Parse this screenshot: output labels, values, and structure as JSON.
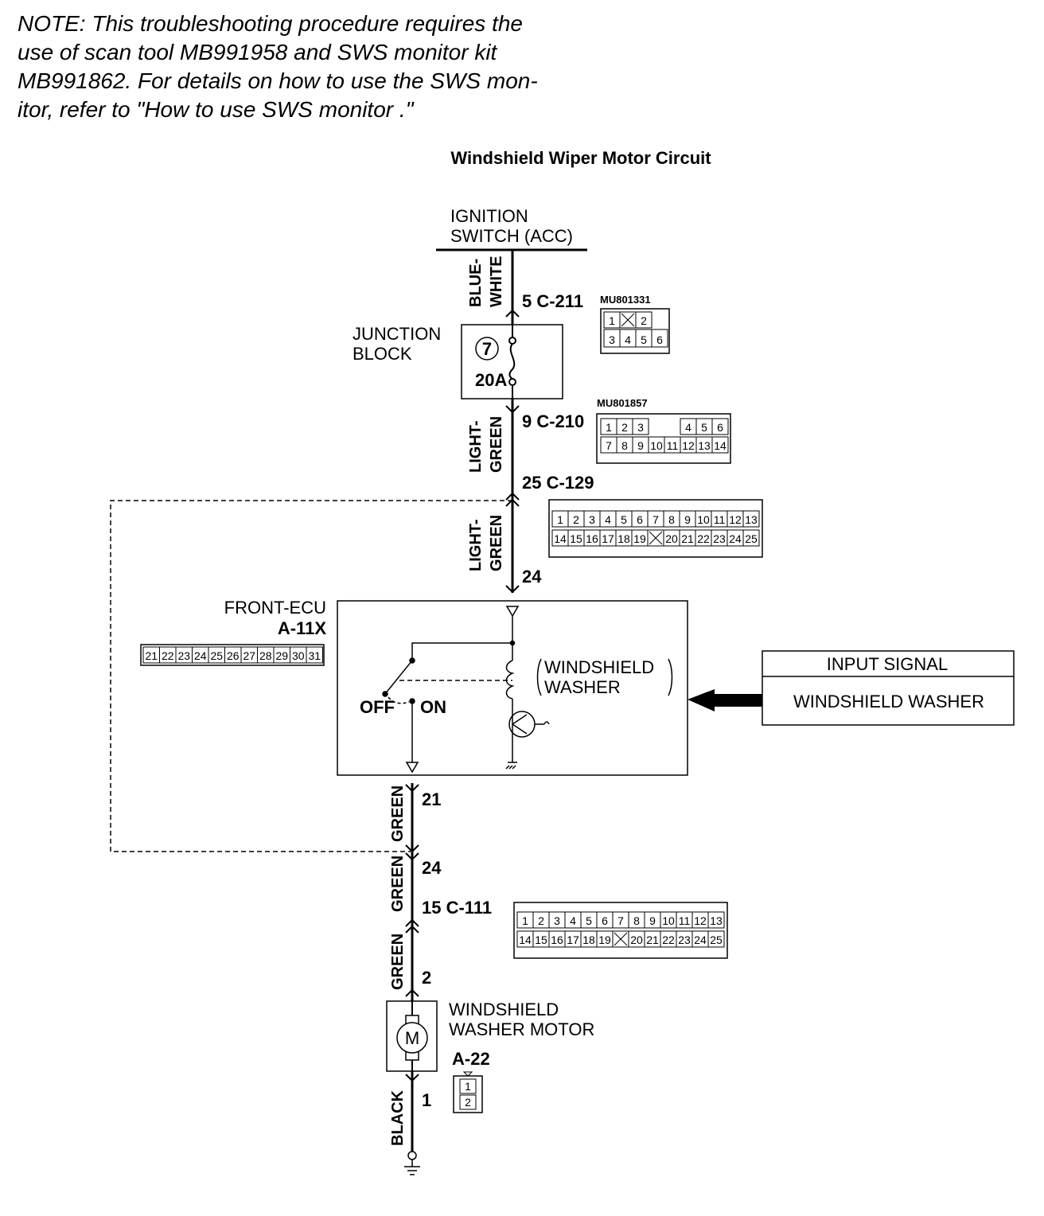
{
  "note": {
    "lines": [
      "NOTE: This troubleshooting procedure requires the",
      "use of scan tool MB991958 and SWS monitor kit",
      "MB991862. For details on how to use the SWS mon-",
      "itor, refer to \"How to use SWS monitor .\""
    ]
  },
  "diagram": {
    "title": "Windshield Wiper Motor Circuit",
    "ignition": {
      "line1": "IGNITION",
      "line2": "SWITCH (ACC)"
    },
    "wires": {
      "blue_white_1": "BLUE-",
      "blue_white_2": "WHITE",
      "light_green_a_1": "LIGHT-",
      "light_green_a_2": "GREEN",
      "light_green_b_1": "LIGHT-",
      "light_green_b_2": "GREEN",
      "green_a": "GREEN",
      "green_b": "GREEN",
      "green_c": "GREEN",
      "black": "BLACK"
    },
    "pins": {
      "c211": "5  C-211",
      "c210": "9  C-210",
      "c129": "25 C-129",
      "ecu_in": "24",
      "ecu_out": "21",
      "p24": "24",
      "c111": "15  C-111",
      "motor_in": "2",
      "motor_out": "1"
    },
    "junction_block": {
      "line1": "JUNCTION",
      "line2": "BLOCK",
      "fuse_no": "7",
      "fuse_rating": "20A"
    },
    "connectors": {
      "mu801331": {
        "part": "MU801331",
        "row1": [
          "1",
          "",
          "2"
        ],
        "row2": [
          "3",
          "4",
          "5",
          "6"
        ]
      },
      "mu801857": {
        "part": "MU801857",
        "row1": [
          "1",
          "2",
          "3",
          "4",
          "5",
          "6"
        ],
        "row2": [
          "7",
          "8",
          "9",
          "10",
          "11",
          "12",
          "13",
          "14"
        ]
      },
      "c129": {
        "row1": [
          "1",
          "2",
          "3",
          "4",
          "5",
          "6",
          "7",
          "8",
          "9",
          "10",
          "11",
          "12",
          "13"
        ],
        "row2": [
          "14",
          "15",
          "16",
          "17",
          "18",
          "19",
          "",
          "20",
          "21",
          "22",
          "23",
          "24",
          "25"
        ]
      },
      "a11x": {
        "row": [
          "21",
          "22",
          "23",
          "24",
          "25",
          "26",
          "27",
          "28",
          "29",
          "30",
          "31"
        ]
      },
      "c111": {
        "row1": [
          "1",
          "2",
          "3",
          "4",
          "5",
          "6",
          "7",
          "8",
          "9",
          "10",
          "11",
          "12",
          "13"
        ],
        "row2": [
          "14",
          "15",
          "16",
          "17",
          "18",
          "19",
          "",
          "20",
          "21",
          "22",
          "23",
          "24",
          "25"
        ]
      },
      "a22": {
        "row": [
          "1",
          "2"
        ]
      }
    },
    "front_ecu": {
      "name": "FRONT-ECU",
      "connector": "A-11X",
      "relay_label1": "WINDSHIELD",
      "relay_label2": "WASHER",
      "off": "OFF",
      "on": "ON"
    },
    "input_signal": {
      "header": "INPUT SIGNAL",
      "value": "WINDSHIELD WASHER"
    },
    "motor": {
      "line1": "WINDSHIELD",
      "line2": "WASHER MOTOR",
      "connector": "A-22",
      "symbol": "M"
    }
  }
}
